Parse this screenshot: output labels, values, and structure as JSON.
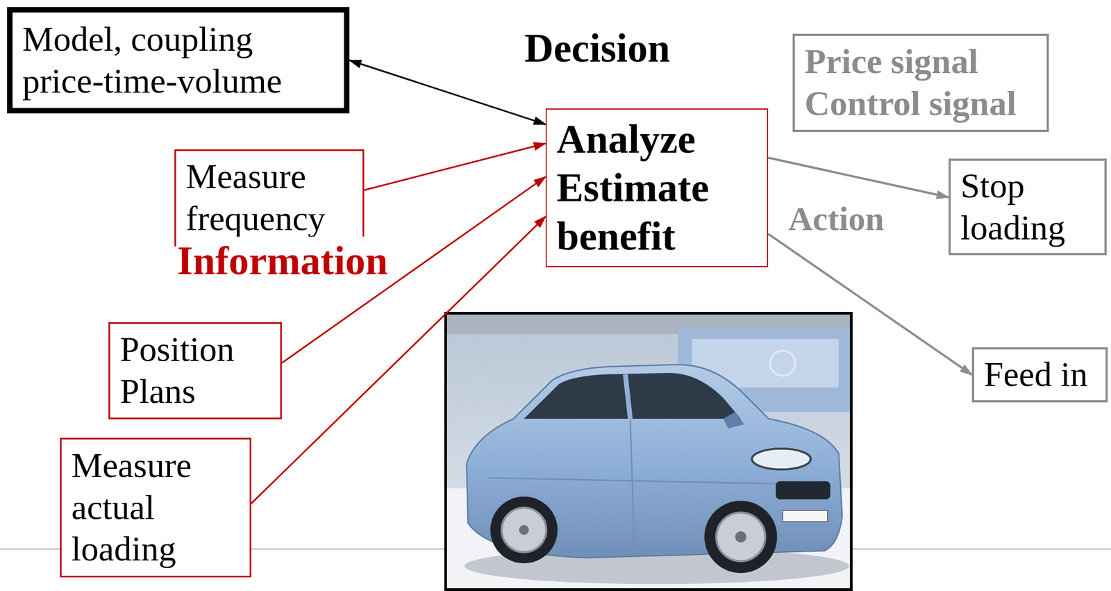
{
  "diagram": {
    "nodes": [
      {
        "text": [
          "Model, coupling price-time-volume"
        ]
      },
      {
        "text": [
          "Measure frequency"
        ]
      },
      {
        "text": [
          "Position Plans"
        ]
      },
      {
        "text": [
          "Measure actual loading"
        ]
      },
      {
        "text": [
          "Analyze Estimate benefit"
        ]
      },
      {
        "text": [
          "Price signal Control signal"
        ]
      },
      {
        "text": [
          "Stop loading"
        ]
      },
      {
        "text": [
          "Feed in"
        ]
      }
    ],
    "edges": [
      {
        "from": 0,
        "to": 4,
        "arrow": "both"
      },
      {
        "from": 1,
        "to": 4,
        "arrow": "to"
      },
      {
        "from": 2,
        "to": 4,
        "arrow": "to"
      },
      {
        "from": 3,
        "to": 4,
        "arrow": "to"
      },
      {
        "from": 4,
        "to": 6,
        "arrow": "to"
      },
      {
        "from": 4,
        "to": 7,
        "arrow": "to"
      }
    ],
    "labels": [
      "Decision",
      "Information",
      "Action"
    ]
  }
}
